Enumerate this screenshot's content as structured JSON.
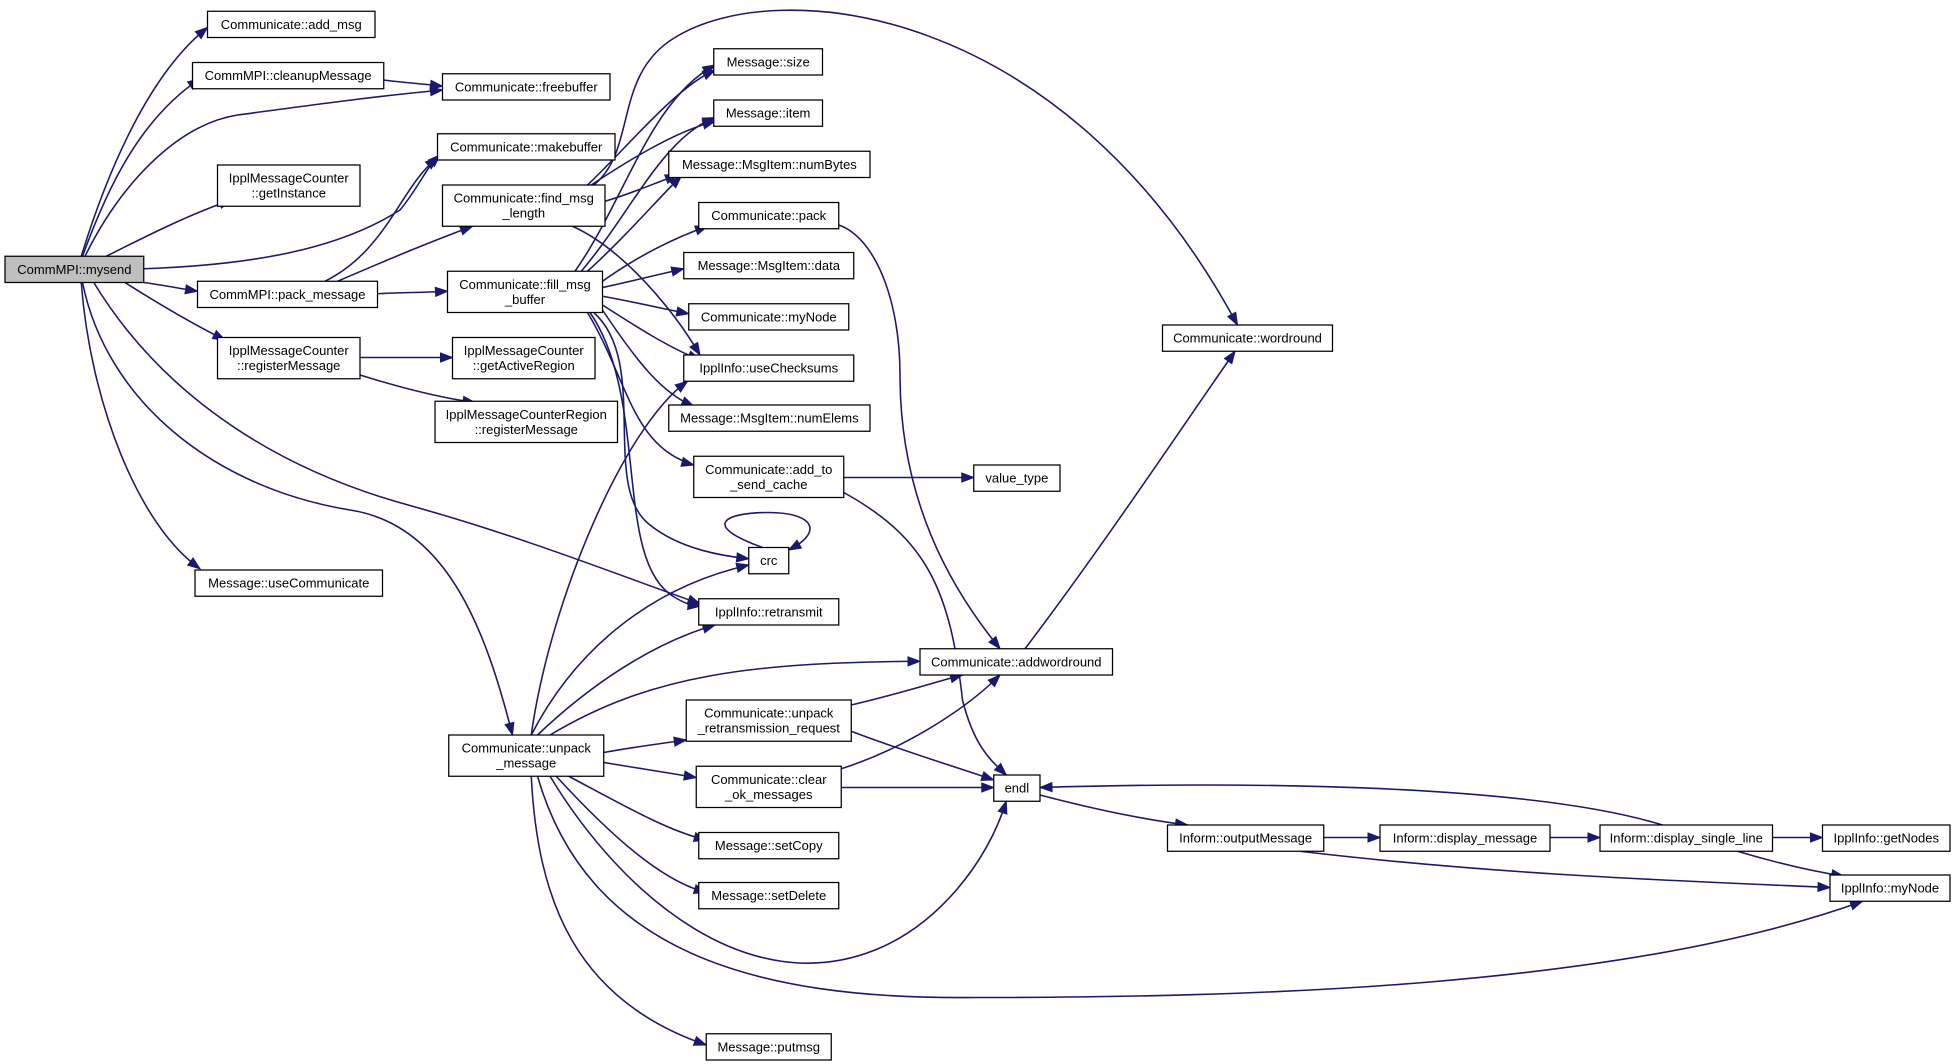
{
  "nodes": [
    {
      "id": "mysend",
      "lines": [
        "CommMPI::mysend"
      ],
      "root": true
    },
    {
      "id": "add_msg",
      "lines": [
        "Communicate::add_msg"
      ]
    },
    {
      "id": "cleanupMessage",
      "lines": [
        "CommMPI::cleanupMessage"
      ]
    },
    {
      "id": "freebuffer",
      "lines": [
        "Communicate::freebuffer"
      ]
    },
    {
      "id": "makebuffer",
      "lines": [
        "Communicate::makebuffer"
      ]
    },
    {
      "id": "getInstance",
      "lines": [
        "IpplMessageCounter",
        "::getInstance"
      ]
    },
    {
      "id": "find_msg_length",
      "lines": [
        "Communicate::find_msg",
        "_length"
      ]
    },
    {
      "id": "pack_message",
      "lines": [
        "CommMPI::pack_message"
      ]
    },
    {
      "id": "fill_msg_buffer",
      "lines": [
        "Communicate::fill_msg",
        "_buffer"
      ]
    },
    {
      "id": "registerMessage",
      "lines": [
        "IpplMessageCounter",
        "::registerMessage"
      ]
    },
    {
      "id": "getActiveRegion",
      "lines": [
        "IpplMessageCounter",
        "::getActiveRegion"
      ]
    },
    {
      "id": "regionRegisterMessage",
      "lines": [
        "IpplMessageCounterRegion",
        "::registerMessage"
      ]
    },
    {
      "id": "useCommunicate",
      "lines": [
        "Message::useCommunicate"
      ]
    },
    {
      "id": "size",
      "lines": [
        "Message::size"
      ]
    },
    {
      "id": "item",
      "lines": [
        "Message::item"
      ]
    },
    {
      "id": "numBytes",
      "lines": [
        "Message::MsgItem::numBytes"
      ]
    },
    {
      "id": "pack",
      "lines": [
        "Communicate::pack"
      ]
    },
    {
      "id": "data",
      "lines": [
        "Message::MsgItem::data"
      ]
    },
    {
      "id": "myNodeComm",
      "lines": [
        "Communicate::myNode"
      ]
    },
    {
      "id": "useChecksums",
      "lines": [
        "IpplInfo::useChecksums"
      ]
    },
    {
      "id": "numElems",
      "lines": [
        "Message::MsgItem::numElems"
      ]
    },
    {
      "id": "add_to_send_cache",
      "lines": [
        "Communicate::add_to",
        "_send_cache"
      ]
    },
    {
      "id": "value_type",
      "lines": [
        "value_type"
      ]
    },
    {
      "id": "crc",
      "lines": [
        "crc"
      ]
    },
    {
      "id": "retransmit",
      "lines": [
        "IpplInfo::retransmit"
      ]
    },
    {
      "id": "addwordround",
      "lines": [
        "Communicate::addwordround"
      ]
    },
    {
      "id": "wordround",
      "lines": [
        "Communicate::wordround"
      ]
    },
    {
      "id": "unpack_retransmission_request",
      "lines": [
        "Communicate::unpack",
        "_retransmission_request"
      ]
    },
    {
      "id": "unpack_message",
      "lines": [
        "Communicate::unpack",
        "_message"
      ]
    },
    {
      "id": "clear_ok_messages",
      "lines": [
        "Communicate::clear",
        "_ok_messages"
      ]
    },
    {
      "id": "endl",
      "lines": [
        "endl"
      ]
    },
    {
      "id": "setCopy",
      "lines": [
        "Message::setCopy"
      ]
    },
    {
      "id": "setDelete",
      "lines": [
        "Message::setDelete"
      ]
    },
    {
      "id": "putmsg",
      "lines": [
        "Message::putmsg"
      ]
    },
    {
      "id": "outputMessage",
      "lines": [
        "Inform::outputMessage"
      ]
    },
    {
      "id": "display_message",
      "lines": [
        "Inform::display_message"
      ]
    },
    {
      "id": "display_single_line",
      "lines": [
        "Inform::display_single_line"
      ]
    },
    {
      "id": "getNodes",
      "lines": [
        "IpplInfo::getNodes"
      ]
    },
    {
      "id": "myNodeInfo",
      "lines": [
        "IpplInfo::myNode"
      ]
    }
  ],
  "edges": [
    [
      "mysend",
      "add_msg"
    ],
    [
      "mysend",
      "cleanupMessage"
    ],
    [
      "mysend",
      "freebuffer"
    ],
    [
      "mysend",
      "makebuffer"
    ],
    [
      "mysend",
      "getInstance"
    ],
    [
      "mysend",
      "pack_message"
    ],
    [
      "mysend",
      "registerMessage"
    ],
    [
      "mysend",
      "retransmit"
    ],
    [
      "mysend",
      "useCommunicate"
    ],
    [
      "mysend",
      "unpack_message"
    ],
    [
      "cleanupMessage",
      "freebuffer"
    ],
    [
      "pack_message",
      "makebuffer"
    ],
    [
      "pack_message",
      "find_msg_length"
    ],
    [
      "pack_message",
      "fill_msg_buffer"
    ],
    [
      "find_msg_length",
      "size"
    ],
    [
      "find_msg_length",
      "item"
    ],
    [
      "find_msg_length",
      "numBytes"
    ],
    [
      "find_msg_length",
      "useChecksums"
    ],
    [
      "find_msg_length",
      "wordround"
    ],
    [
      "fill_msg_buffer",
      "size"
    ],
    [
      "fill_msg_buffer",
      "item"
    ],
    [
      "fill_msg_buffer",
      "numBytes"
    ],
    [
      "fill_msg_buffer",
      "pack"
    ],
    [
      "fill_msg_buffer",
      "data"
    ],
    [
      "fill_msg_buffer",
      "myNodeComm"
    ],
    [
      "fill_msg_buffer",
      "useChecksums"
    ],
    [
      "fill_msg_buffer",
      "numElems"
    ],
    [
      "fill_msg_buffer",
      "add_to_send_cache"
    ],
    [
      "fill_msg_buffer",
      "crc"
    ],
    [
      "fill_msg_buffer",
      "retransmit"
    ],
    [
      "registerMessage",
      "getActiveRegion"
    ],
    [
      "registerMessage",
      "regionRegisterMessage"
    ],
    [
      "pack",
      "addwordround"
    ],
    [
      "addwordround",
      "wordround"
    ],
    [
      "add_to_send_cache",
      "value_type"
    ],
    [
      "add_to_send_cache",
      "endl"
    ],
    [
      "crc",
      "crc"
    ],
    [
      "unpack_message",
      "useChecksums"
    ],
    [
      "unpack_message",
      "crc"
    ],
    [
      "unpack_message",
      "retransmit"
    ],
    [
      "unpack_message",
      "addwordround"
    ],
    [
      "unpack_message",
      "unpack_retransmission_request"
    ],
    [
      "unpack_message",
      "clear_ok_messages"
    ],
    [
      "unpack_message",
      "endl"
    ],
    [
      "unpack_message",
      "setCopy"
    ],
    [
      "unpack_message",
      "setDelete"
    ],
    [
      "unpack_message",
      "putmsg"
    ],
    [
      "unpack_message",
      "myNodeInfo"
    ],
    [
      "unpack_retransmission_request",
      "addwordround"
    ],
    [
      "unpack_retransmission_request",
      "endl"
    ],
    [
      "clear_ok_messages",
      "addwordround"
    ],
    [
      "clear_ok_messages",
      "endl"
    ],
    [
      "endl",
      "outputMessage"
    ],
    [
      "outputMessage",
      "display_message"
    ],
    [
      "outputMessage",
      "myNodeInfo"
    ],
    [
      "display_message",
      "display_single_line"
    ],
    [
      "display_single_line",
      "endl"
    ],
    [
      "display_single_line",
      "getNodes"
    ],
    [
      "display_single_line",
      "myNodeInfo"
    ]
  ]
}
